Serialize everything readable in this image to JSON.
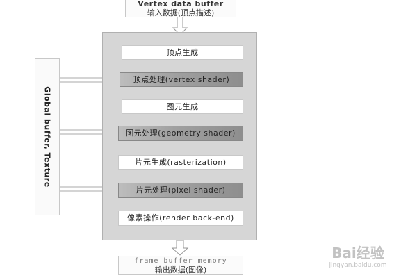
{
  "input": {
    "line1": "Vertex data buffer",
    "line2": "输入数据(顶点描述)"
  },
  "stages": [
    {
      "label": "顶点生成",
      "programmable": false
    },
    {
      "label": "顶点处理(vertex shader)",
      "programmable": true
    },
    {
      "label": "图元生成",
      "programmable": false
    },
    {
      "label": "图元处理(geometry shader)",
      "programmable": true
    },
    {
      "label": "片元生成(rasterization)",
      "programmable": false
    },
    {
      "label": "片元处理(pixel shader)",
      "programmable": true
    },
    {
      "label": "像素操作(render back-end)",
      "programmable": false
    }
  ],
  "global_buffer": {
    "label": "Global buffer, Texture"
  },
  "output": {
    "line1": "frame buffer memory",
    "line2": "输出数据(图像)"
  },
  "watermark": {
    "logo": "Bai经验",
    "url": "jingyan.baidu.com"
  }
}
